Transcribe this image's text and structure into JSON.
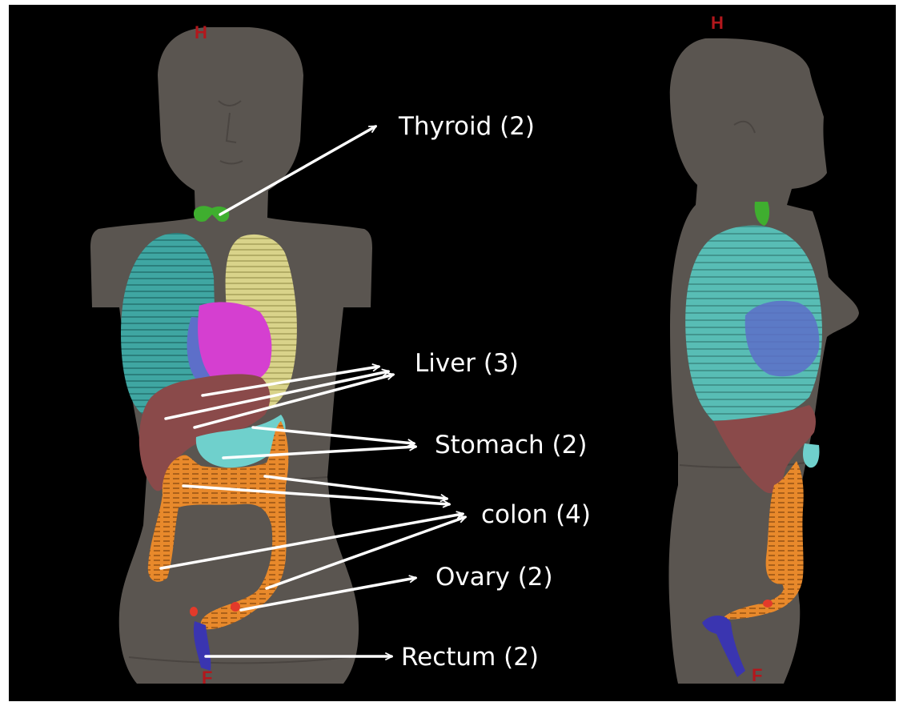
{
  "figure": {
    "labels": [
      {
        "id": "thyroid",
        "text": "Thyroid (2)"
      },
      {
        "id": "liver",
        "text": "Liver (3)"
      },
      {
        "id": "stomach",
        "text": "Stomach (2)"
      },
      {
        "id": "colon",
        "text": "colon (4)"
      },
      {
        "id": "ovary",
        "text": "Ovary (2)"
      },
      {
        "id": "rectum",
        "text": "Rectum (2)"
      }
    ],
    "orientation_markers": {
      "head": "H",
      "feet": "F"
    },
    "views": [
      "front",
      "side"
    ],
    "colors": {
      "background": "#000000",
      "body": "#5a5550",
      "thyroid": "#3fae2f",
      "left_lung": "#3fa6a2",
      "right_lung": "#d9d38a",
      "heart": "#d53fd0",
      "heart_blue": "#5d6fc9",
      "liver": "#8a4a4a",
      "stomach": "#6fd0cc",
      "colon": "#e8892b",
      "ovary": "#e33a2a",
      "rectum": "#3a35b0",
      "arrow": "#ffffff",
      "marker": "#b3171c"
    }
  }
}
